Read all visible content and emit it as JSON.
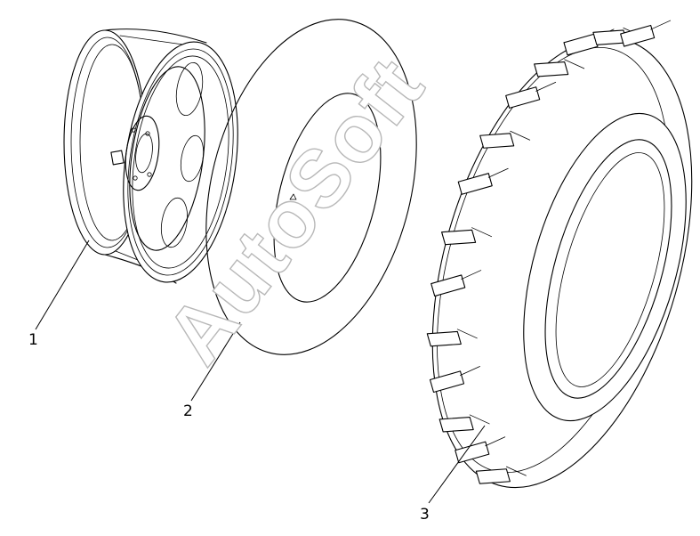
{
  "callouts": {
    "rim": "1",
    "tube": "2",
    "tire": "3"
  },
  "watermark": "AutoSoft",
  "colors": {
    "line": "#000000",
    "background": "#ffffff",
    "watermark_outline": "#b8b8b8"
  }
}
